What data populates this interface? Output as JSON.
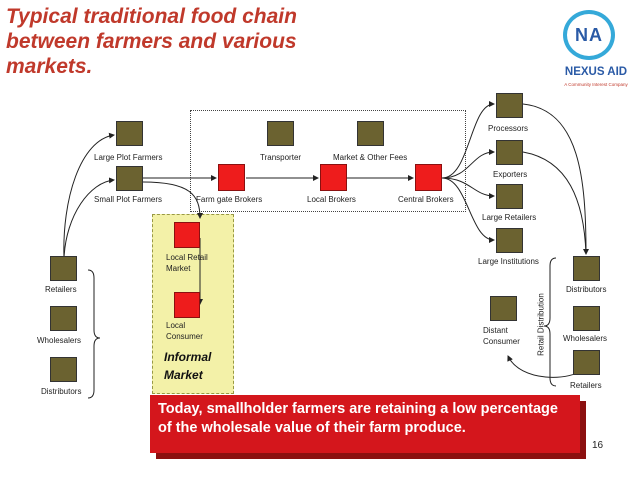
{
  "title": "Typical traditional food chain between farmers  and various markets.",
  "logo": {
    "initials": "NA",
    "name": "NEXUS AID",
    "tagline": "A Community Interest Company"
  },
  "nodes": {
    "large_plot_farmers": "Large Plot Farmers",
    "small_plot_farmers": "Small Plot Farmers",
    "transporter": "Transporter",
    "market_fees": "Market & Other Fees",
    "farm_gate_brokers": "Farm gate Brokers",
    "local_brokers": "Local Brokers",
    "central_brokers": "Central Brokers",
    "processors": "Processors",
    "exporters": "Exporters",
    "large_retailers": "Large Retailers",
    "large_institutions": "Large Institutions",
    "local_retail_market_1": "Local Retail",
    "local_retail_market_2": "Market",
    "local_consumer_1": "Local",
    "local_consumer_2": "Consumer",
    "left_retailers": "Retailers",
    "left_wholesalers": "Wholesalers",
    "left_distributors": "Distributors",
    "right_distributors": "Distributors",
    "right_wholesalers": "Wholesalers",
    "right_retailers": "Retailers",
    "distant_consumer_1": "Distant",
    "distant_consumer_2": "Consumer",
    "retail_distribution": "Retail Distribution"
  },
  "informal_market": {
    "line1": "Informal",
    "line2": "Market"
  },
  "banner": "Today, smallholder farmers are  retaining a low percentage of the wholesale value of their farm produce.",
  "page_number": "16",
  "colors": {
    "title": "#c0392b",
    "node": "#6b6230",
    "broker": "#ee1c1c",
    "banner": "#d4161c",
    "informal_bg": "#f3f1a8"
  }
}
